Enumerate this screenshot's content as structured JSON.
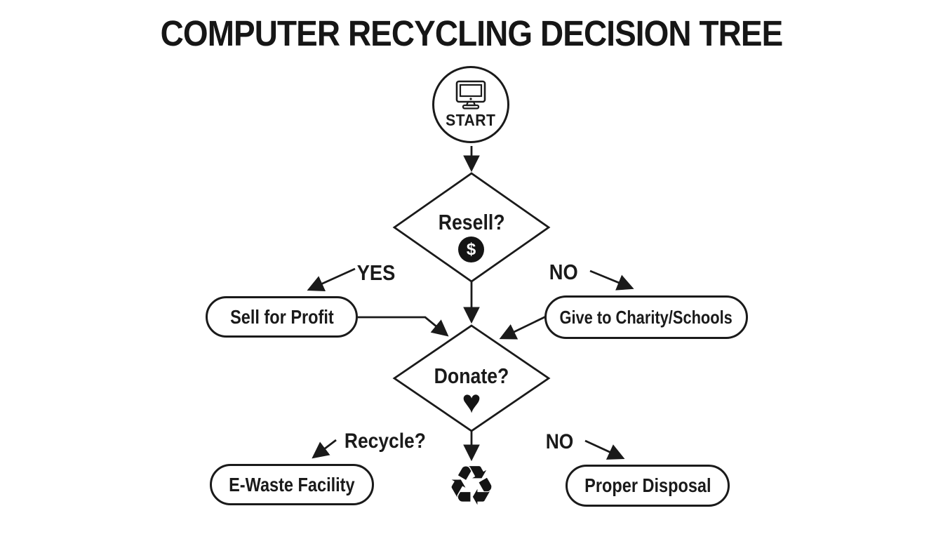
{
  "title": "COMPUTER RECYCLING DECISION TREE",
  "colors": {
    "ink": "#1a1a1a",
    "background": "#ffffff"
  },
  "flow": {
    "start": {
      "label": "START",
      "icon": "computer-monitor-icon"
    },
    "decisions": [
      {
        "id": "resell",
        "label": "Resell?",
        "icon": "dollar-icon",
        "icon_glyph": "$"
      },
      {
        "id": "donate",
        "label": "Donate?",
        "icon": "heart-icon",
        "icon_glyph": "♥"
      }
    ],
    "outcomes": [
      {
        "id": "sell-for-profit",
        "label": "Sell for Profit"
      },
      {
        "id": "give-to-charity",
        "label": "Give to Charity/Schools"
      },
      {
        "id": "ewaste-facility",
        "label": "E-Waste Facility"
      },
      {
        "id": "proper-disposal",
        "label": "Proper Disposal"
      }
    ],
    "edge_labels": [
      {
        "id": "yes",
        "text": "YES"
      },
      {
        "id": "no-top",
        "text": "NO"
      },
      {
        "id": "recycle",
        "text": "Recycle?"
      },
      {
        "id": "no-bottom",
        "text": "NO"
      }
    ],
    "terminal": {
      "icon": "recycle-icon",
      "icon_glyph": "♻"
    }
  }
}
